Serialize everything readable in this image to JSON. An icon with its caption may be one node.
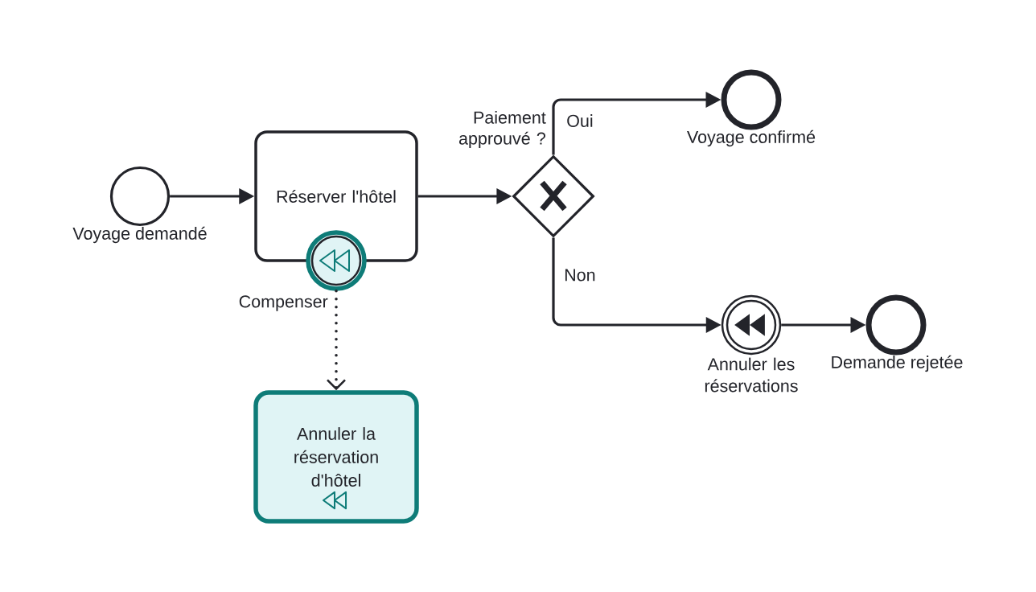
{
  "diagram": {
    "nodes": [
      {
        "text": [],
        "shape": "circle",
        "beside": [
          "Voyage demandé"
        ]
      },
      {
        "text": [
          "Réserver l'hôtel"
        ]
      },
      {
        "text": [],
        "shape": "circle",
        "beside": [
          "Compenser"
        ]
      },
      {
        "text": [],
        "shape": "diamond",
        "beside": [
          "Paiement approuvé ?"
        ]
      },
      {
        "text": [],
        "shape": "circle",
        "beside": [
          "Voyage confirmé"
        ]
      },
      {
        "text": [],
        "shape": "circle",
        "beside": [
          "Annuler les réservations"
        ]
      },
      {
        "text": [],
        "shape": "circle",
        "beside": [
          "Demande rejetée"
        ]
      },
      {
        "text": [
          "Annuler la réservation d'hôtel"
        ]
      }
    ],
    "edges": [
      {
        "from": 0,
        "to": 1,
        "arrow": "to"
      },
      {
        "from": 1,
        "to": 3,
        "arrow": "to"
      },
      {
        "from": 3,
        "to": 4,
        "arrow": "to",
        "label": "Oui"
      },
      {
        "from": 3,
        "to": 5,
        "arrow": "to",
        "label": "Non"
      },
      {
        "from": 5,
        "to": 6,
        "arrow": "to"
      },
      {
        "from": 2,
        "to": 7,
        "arrow": "to",
        "style": "dashed"
      }
    ]
  }
}
